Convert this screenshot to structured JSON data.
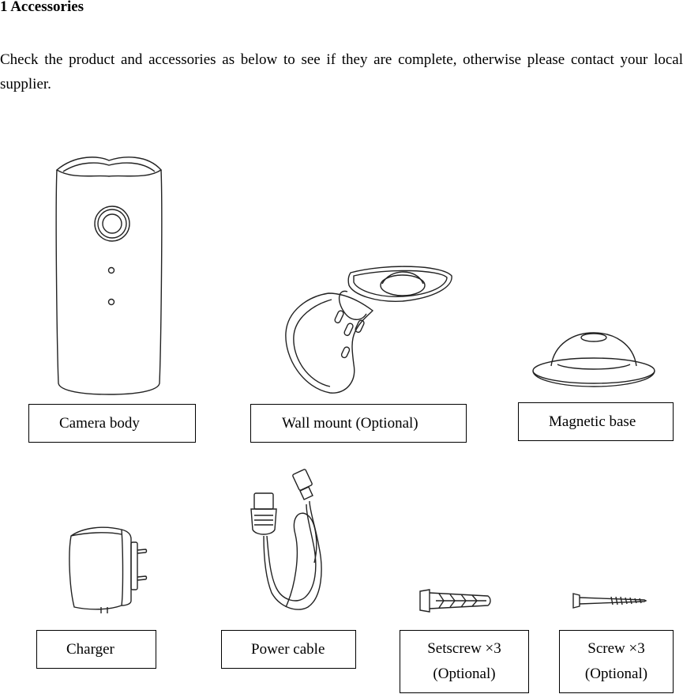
{
  "section": {
    "heading": "1 Accessories",
    "intro": "Check the product and accessories as below to see if they are complete, otherwise please contact your local supplier."
  },
  "items": [
    {
      "label": "Camera body"
    },
    {
      "label": "Wall mount (Optional)"
    },
    {
      "label": "Magnetic base"
    },
    {
      "label": "Charger"
    },
    {
      "label": "Power cable"
    },
    {
      "label_line1": "Setscrew ×3",
      "label_line2": "(Optional)"
    },
    {
      "label_line1": "Screw ×3",
      "label_line2": "(Optional)"
    }
  ]
}
